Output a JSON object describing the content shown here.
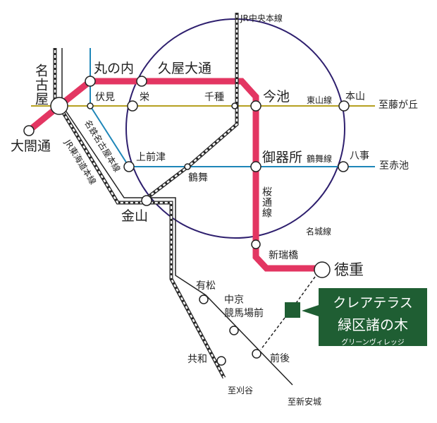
{
  "colors": {
    "sakuradori": "#e33662",
    "higashiyama": "#b5a020",
    "tsurumai": "#1e86b8",
    "meijo": "#2e1f6e",
    "rail": "#222222",
    "property": "#1f5e33"
  },
  "lines": {
    "jr_chuo": "JR中央本線",
    "higashiyama": "東山線",
    "tsurumai": "鶴舞線",
    "sakuradori": "桜通線",
    "meijo": "名城線",
    "meitetsu": "名鉄名古屋本線",
    "jr_tokaido": "JR東海道本線"
  },
  "stations": {
    "nagoya": "名古屋",
    "taikodori": "大閤通",
    "marunouchi": "丸の内",
    "hisayaodori": "久屋大通",
    "fushimi": "伏見",
    "sakae": "栄",
    "chikusa": "千種",
    "imaike": "今池",
    "motoyama": "本山",
    "kamimaezu": "上前津",
    "tsurumai": "鶴舞",
    "gokiso": "御器所",
    "yagoto": "八事",
    "kanayama": "金山",
    "shinmizuhashi": "新瑞橋",
    "tokushige": "徳重",
    "arimatsu": "有松",
    "chukyo_keibajomae_1": "中京",
    "chukyo_keibajomae_2": "競馬場前",
    "zengo": "前後",
    "kyowa": "共和"
  },
  "directions": {
    "fujigaoka": "至藤が丘",
    "akaike": "至赤池",
    "kariya": "至刈谷",
    "shinanjo": "至新安城"
  },
  "property": {
    "line1": "クレアテラス",
    "line2": "緑区諸の木",
    "line3": "グリーンヴィレッジ"
  }
}
